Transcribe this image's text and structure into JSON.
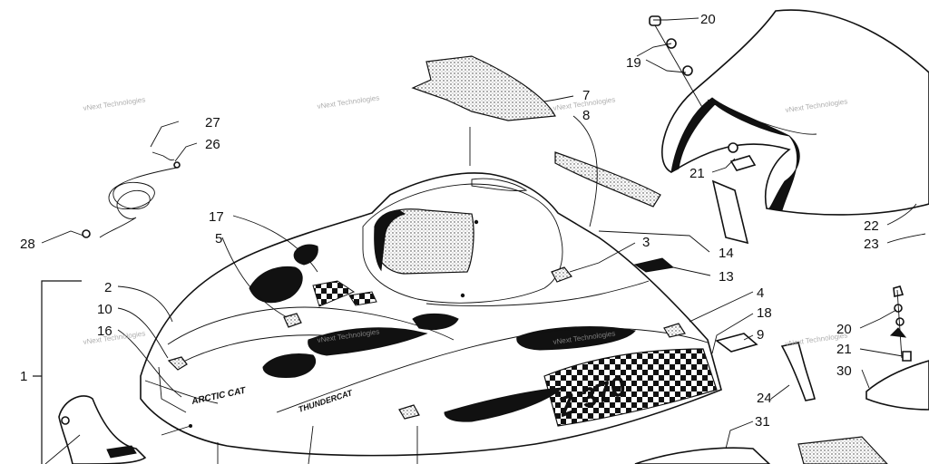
{
  "diagram": {
    "watermark": "vNext Technologies",
    "part_numbers": [
      "1",
      "2",
      "3",
      "4",
      "5",
      "7",
      "8",
      "9",
      "10",
      "13",
      "14",
      "16",
      "17",
      "18",
      "19",
      "20",
      "21",
      "22",
      "23",
      "24",
      "26",
      "27",
      "28",
      "30",
      "31"
    ],
    "labels": {
      "n1": "1",
      "n2": "2",
      "n3": "3",
      "n4": "4",
      "n5": "5",
      "n7": "7",
      "n8": "8",
      "n9": "9",
      "n10": "10",
      "n13": "13",
      "n14": "14",
      "n16": "16",
      "n17": "17",
      "n18": "18",
      "n19": "19",
      "n20a": "20",
      "n20b": "20",
      "n21a": "21",
      "n21b": "21",
      "n22": "22",
      "n23": "23",
      "n24": "24",
      "n26": "26",
      "n27": "27",
      "n28": "28",
      "n30": "30",
      "n31": "31"
    },
    "decals": {
      "brand": "ARCTIC CAT",
      "model": "Z 370",
      "side_stripe": "THUNDERCAT"
    }
  }
}
